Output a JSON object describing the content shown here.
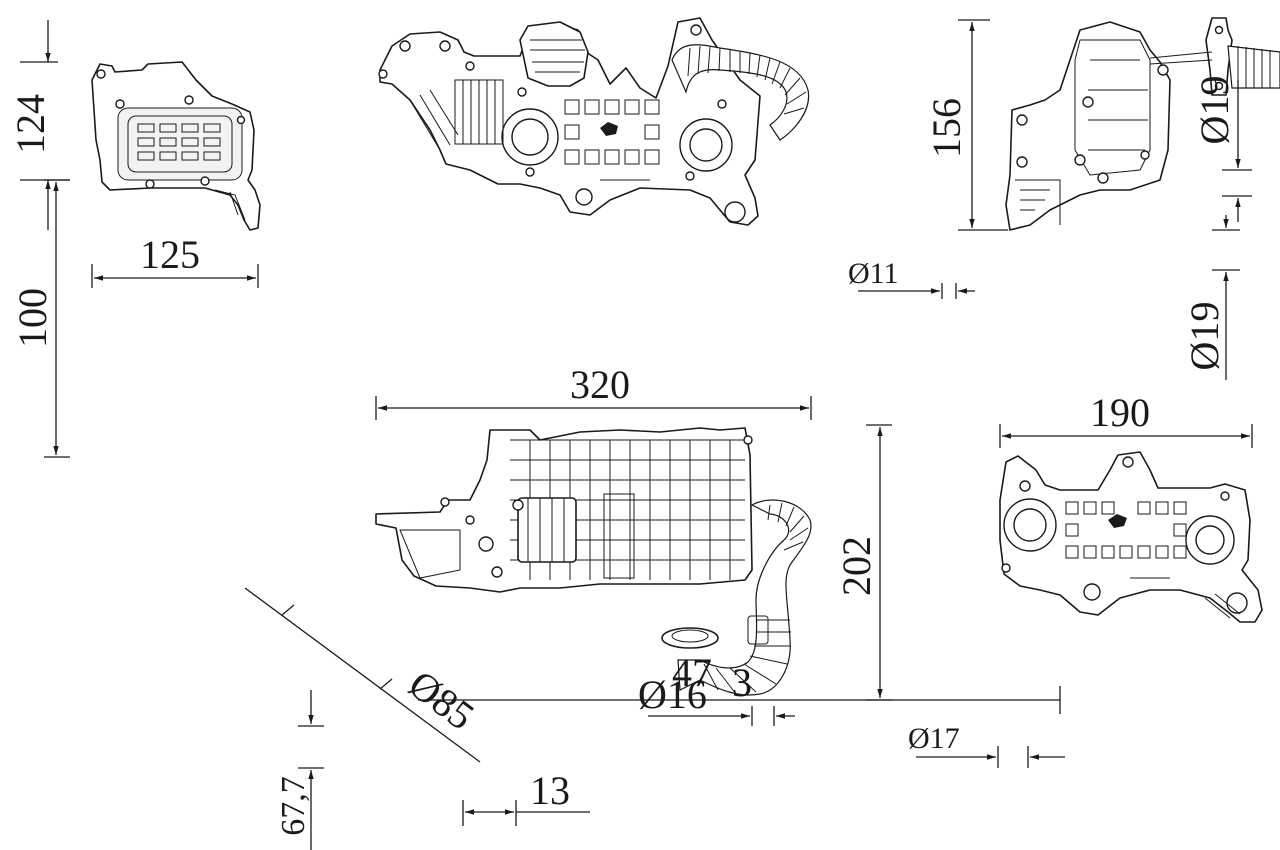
{
  "dimensions": {
    "d124": "124",
    "d100": "100",
    "d125": "125",
    "d156": "156",
    "d19_top": "Ø19",
    "d11": "Ø11",
    "d19_mid": "Ø19",
    "d320": "320",
    "d190": "190",
    "d202": "202",
    "d85": "Ø85",
    "d47": "47",
    "d16": "Ø16",
    "d3": "3",
    "d17": "Ø17",
    "d13": "13",
    "d677": "67,7"
  }
}
